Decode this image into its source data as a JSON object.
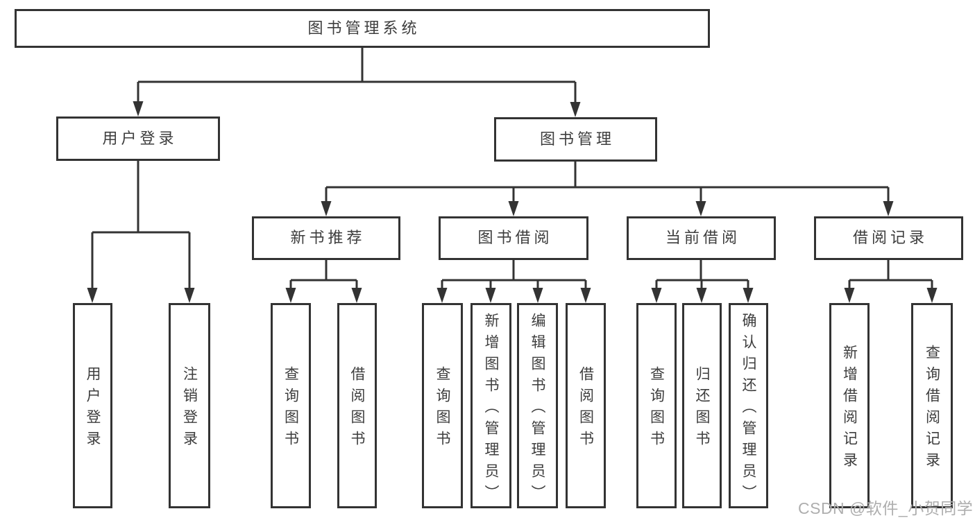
{
  "diagram": {
    "type": "hierarchy-chart",
    "colors": {
      "line": "#333333",
      "text": "#3d3d3d",
      "box_bg": "#ffffff",
      "watermark": "#aeaeae"
    },
    "tree": {
      "label": "图书管理系统",
      "children": [
        {
          "label": "用户登录",
          "children": [
            {
              "label": "用户登录"
            },
            {
              "label": "注销登录"
            }
          ]
        },
        {
          "label": "图书管理",
          "children": [
            {
              "label": "新书推荐",
              "children": [
                {
                  "label": "查询图书"
                },
                {
                  "label": "借阅图书"
                }
              ]
            },
            {
              "label": "图书借阅",
              "children": [
                {
                  "label": "查询图书"
                },
                {
                  "label": "新增图书（管理员）"
                },
                {
                  "label": "编辑图书（管理员）"
                },
                {
                  "label": "借阅图书"
                }
              ]
            },
            {
              "label": "当前借阅",
              "children": [
                {
                  "label": "查询图书"
                },
                {
                  "label": "归还图书"
                },
                {
                  "label": "确认归还（管理员）"
                }
              ]
            },
            {
              "label": "借阅记录",
              "children": [
                {
                  "label": "新增借阅记录"
                },
                {
                  "label": "查询借阅记录"
                }
              ]
            }
          ]
        }
      ]
    },
    "watermark": "CSDN @软件_小贺同学"
  }
}
